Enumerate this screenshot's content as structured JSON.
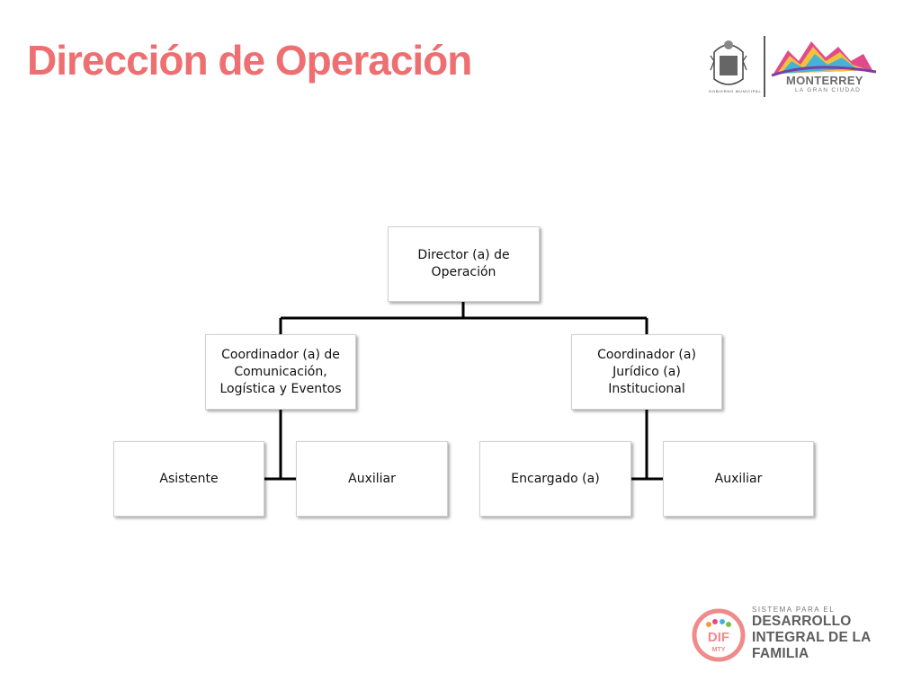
{
  "slide": {
    "title": "Dirección de Operación"
  },
  "org_chart": {
    "director": "Director (a) de Operación",
    "coord_left": "Coordinador (a) de Comunicación, Logística y Eventos",
    "coord_right": "Coordinador (a) Jurídico (a) Institucional",
    "left_children": [
      "Asistente",
      "Auxiliar"
    ],
    "right_children": [
      "Encargado (a)",
      "Auxiliar"
    ]
  },
  "logos": {
    "gobierno": "GOBIERNO MUNICIPAL",
    "monterrey": "MONTERREY",
    "monterrey_sub": "LA GRAN CIUDAD",
    "dif_line1": "SISTEMA PARA EL",
    "dif_line2": "DESARROLLO",
    "dif_line3": "INTEGRAL DE LA",
    "dif_line4": "FAMILIA",
    "dif_badge": "DIF",
    "dif_badge_sub": "MTY"
  },
  "colors": {
    "title": "#ee6f71",
    "lines": "#000000",
    "dif_ring": "#f08a8b"
  }
}
